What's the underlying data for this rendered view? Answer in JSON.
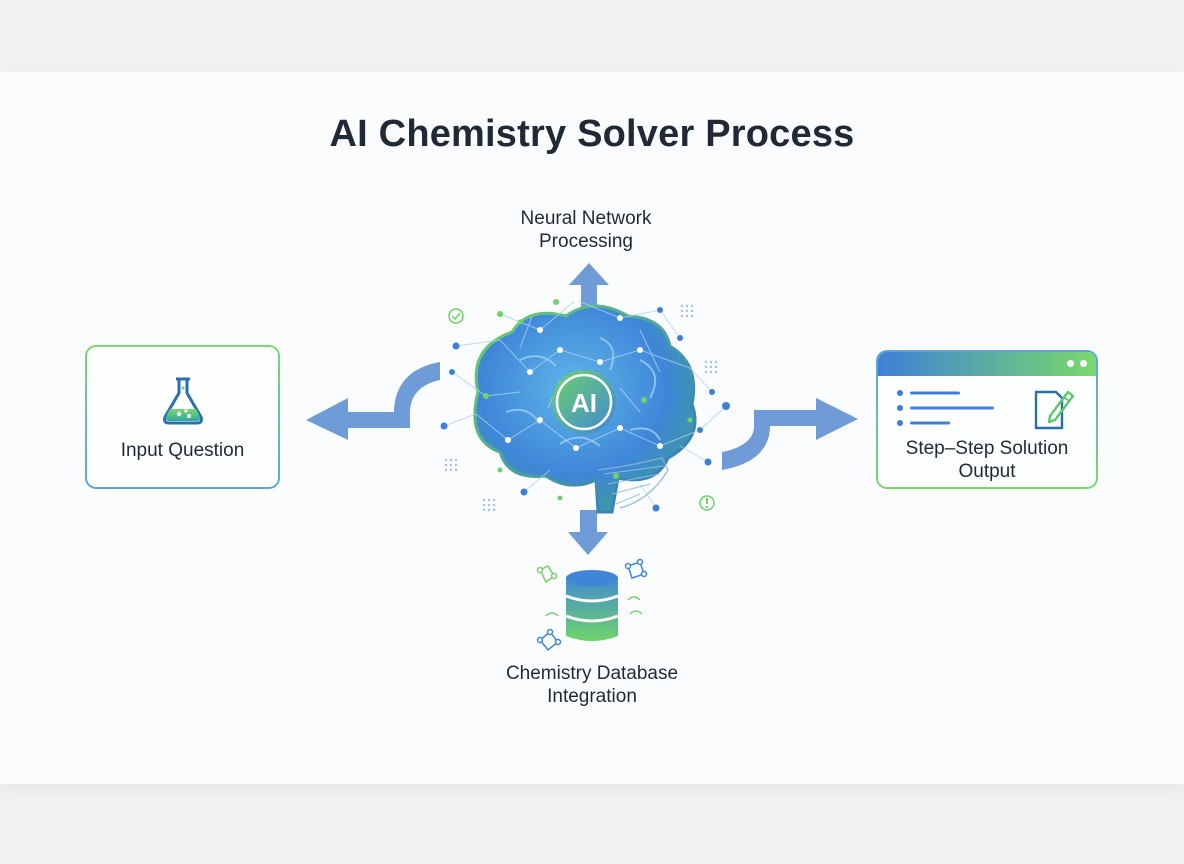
{
  "title": "AI Chemistry Solver Process",
  "nodes": {
    "input": {
      "label": "Input Question",
      "icon": "flask-icon"
    },
    "neural": {
      "label_line1": "Neural Network",
      "label_line2": "Processing"
    },
    "core": {
      "label": "AI",
      "icon": "brain-icon"
    },
    "output": {
      "label_line1": "Step–Step Solution",
      "label_line2": "Output",
      "icon": "edit-document-icon"
    },
    "database": {
      "label_line1": "Chemistry Database",
      "label_line2": "Integration",
      "icon": "database-icon"
    }
  },
  "colors": {
    "arrow": "#6f9bd6",
    "blue": "#3f7fd8",
    "green": "#7ad96b",
    "text": "#1f2a36"
  }
}
